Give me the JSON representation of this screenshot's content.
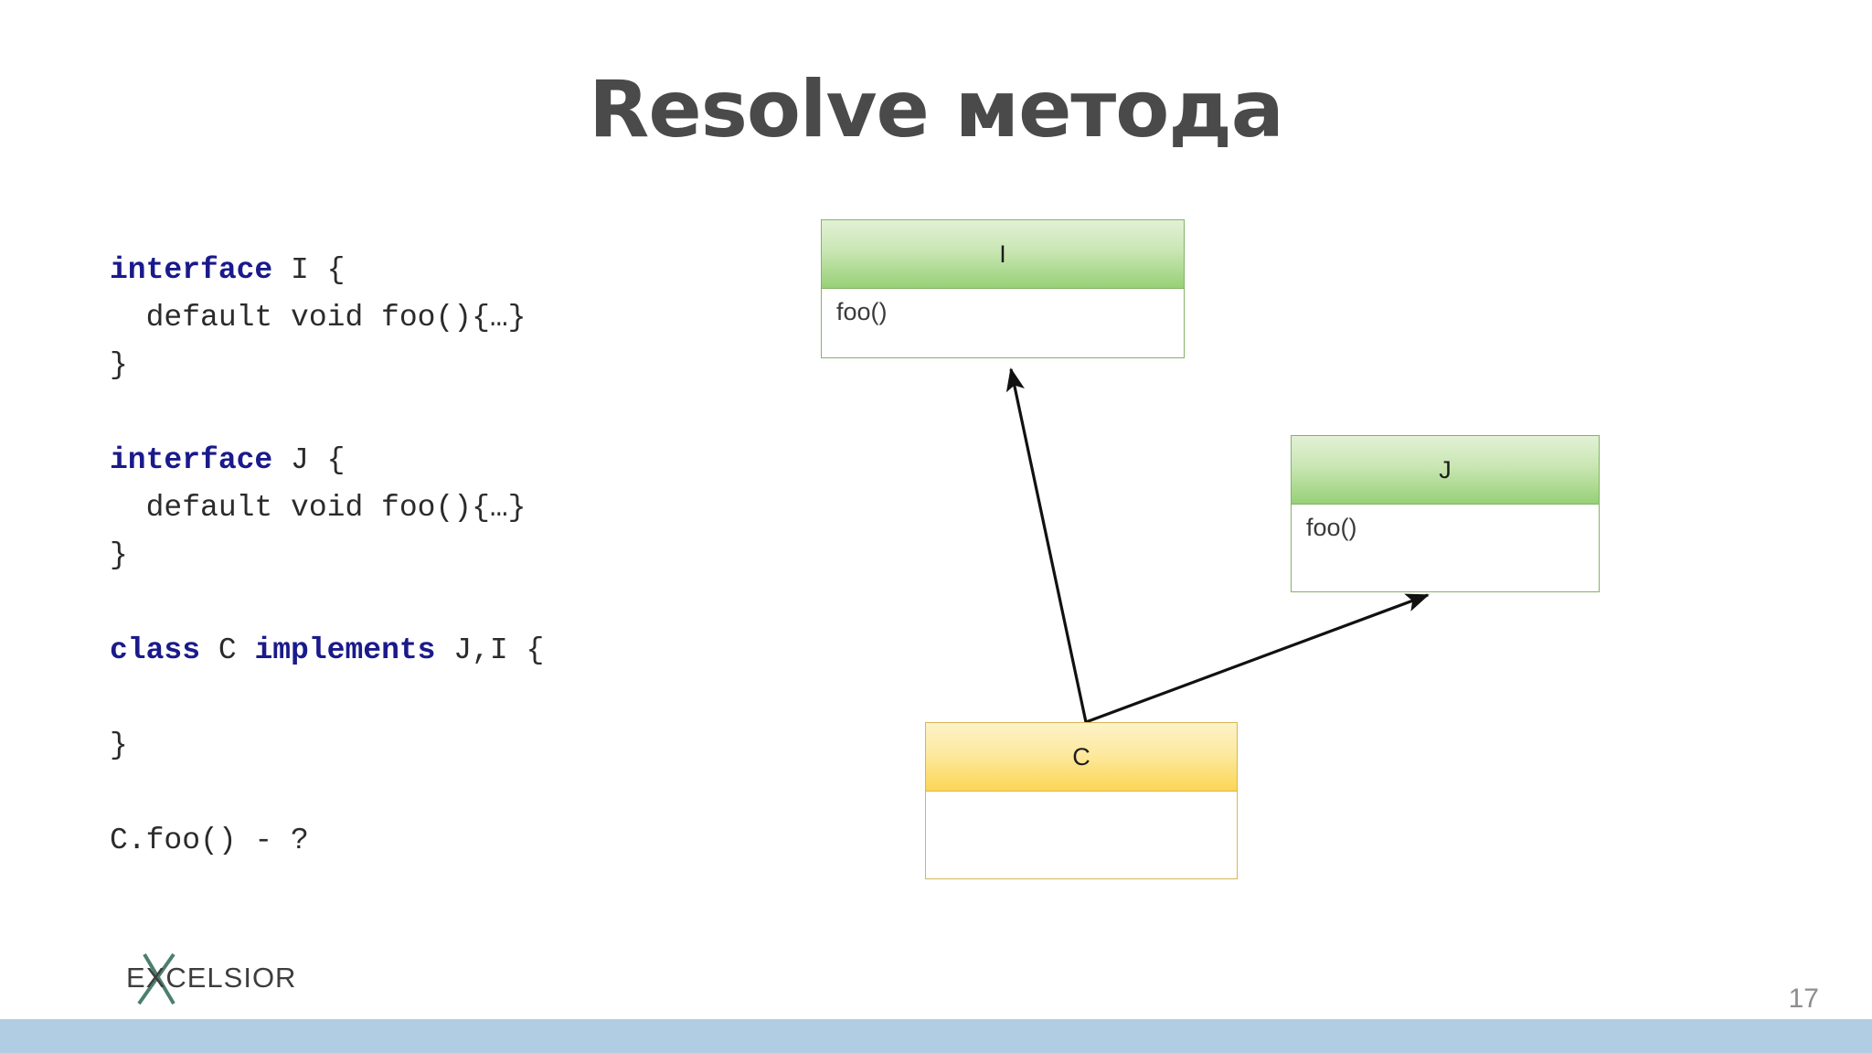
{
  "slide": {
    "title": "Resolve метода",
    "page_number": "17",
    "background_color": "#ffffff",
    "bottom_bar_color": "#b0cde3"
  },
  "code": {
    "lines": [
      [
        {
          "t": "interface",
          "kw": true
        },
        {
          "t": " I {",
          "kw": false
        }
      ],
      [
        {
          "t": "  default void foo(){…}",
          "kw": false
        }
      ],
      [
        {
          "t": "}",
          "kw": false
        }
      ],
      [
        {
          "t": "",
          "kw": false
        }
      ],
      [
        {
          "t": "interface",
          "kw": true
        },
        {
          "t": " J {",
          "kw": false
        }
      ],
      [
        {
          "t": "  default void foo(){…}",
          "kw": false
        }
      ],
      [
        {
          "t": "}",
          "kw": false
        }
      ],
      [
        {
          "t": "",
          "kw": false
        }
      ],
      [
        {
          "t": "class",
          "kw": true
        },
        {
          "t": " C ",
          "kw": false
        },
        {
          "t": "implements",
          "kw": true
        },
        {
          "t": " J,I {",
          "kw": false
        }
      ],
      [
        {
          "t": "",
          "kw": false
        }
      ],
      [
        {
          "t": "}",
          "kw": false
        }
      ],
      [
        {
          "t": "",
          "kw": false
        }
      ],
      [
        {
          "t": "C.foo() - ?",
          "kw": false
        }
      ]
    ],
    "keyword_color": "#1a1a8c",
    "text_color": "#2b2b2b"
  },
  "diagram": {
    "boxes": [
      {
        "id": "I",
        "name": "I",
        "members": "foo()",
        "kind": "interface",
        "header_color": "#97d077",
        "border_color": "#82b366"
      },
      {
        "id": "J",
        "name": "J",
        "members": "foo()",
        "kind": "interface",
        "header_color": "#97d077",
        "border_color": "#82b366"
      },
      {
        "id": "C",
        "name": "C",
        "members": "",
        "kind": "class",
        "header_color": "#fbd655",
        "border_color": "#d6b656"
      }
    ],
    "edges": [
      {
        "from": "C",
        "to": "I",
        "style": "arrow"
      },
      {
        "from": "C",
        "to": "J",
        "style": "arrow"
      }
    ]
  },
  "logo": {
    "text": "EXCELSIOR",
    "mark_color": "#4b7f6e"
  }
}
